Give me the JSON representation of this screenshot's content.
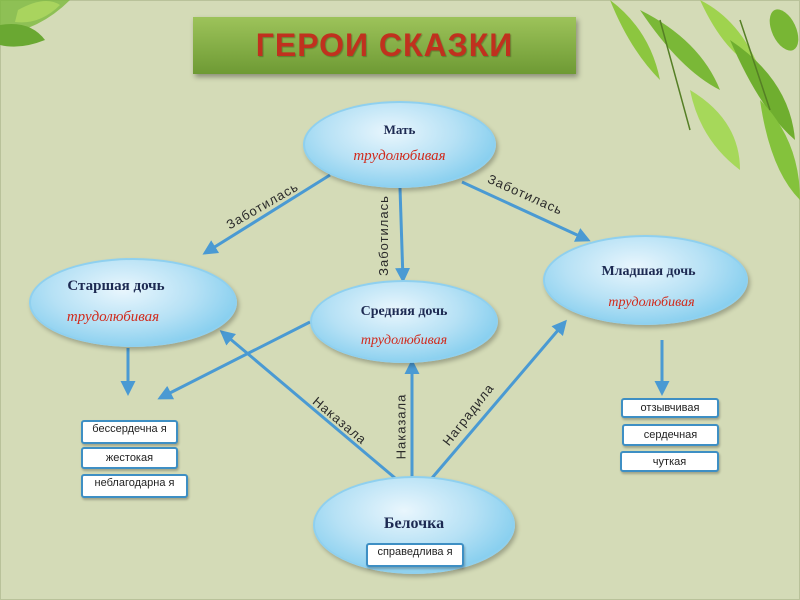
{
  "title": "ГЕРОИ СКАЗКИ",
  "colors": {
    "background": "#d4dbb7",
    "title_box": "#86b046",
    "title_text": "#c0311e",
    "node_fill": "#9ad6f1",
    "trait_text": "#d02a1c",
    "arrow": "#4a9ad3"
  },
  "nodes": {
    "mother": {
      "name": "Мать",
      "trait": "трудолюбивая"
    },
    "elder": {
      "name": "Старшая дочь",
      "trait": "трудолюбивая"
    },
    "middle": {
      "name": "Средняя дочь",
      "trait": "трудолюбивая"
    },
    "younger": {
      "name": "Младшая дочь",
      "trait": "трудолюбивая"
    },
    "squirrel": {
      "name": "Белочка",
      "trait": "справедлива я"
    }
  },
  "edge_labels": {
    "cared_left": "Заботилась",
    "cared_mid": "Заботилась",
    "cared_right": "Заботилась",
    "punished_left": "Наказала",
    "punished_mid": "Наказала",
    "rewarded": "Наградила"
  },
  "elder_traits": [
    "бессердечна я",
    "жестокая",
    "неблагодарна я"
  ],
  "younger_traits": [
    "отзывчивая",
    "сердечная",
    "чуткая"
  ],
  "decoration": {
    "leaves": "leaf-icon"
  }
}
